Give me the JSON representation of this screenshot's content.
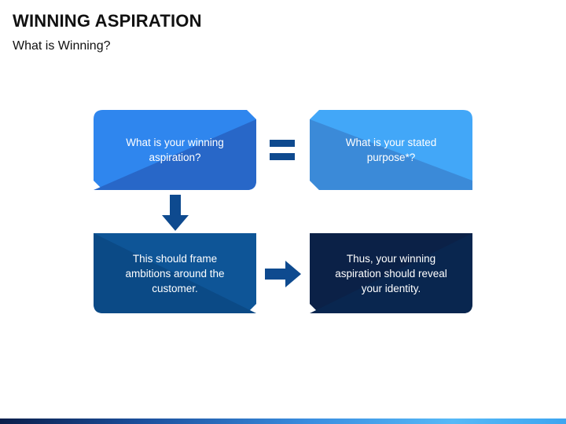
{
  "slide": {
    "title": "WINNING ASPIRATION",
    "subtitle": "What is Winning?"
  },
  "boxes": [
    {
      "id": "winning-aspiration",
      "text": "What is your winning aspiration?",
      "color": "#2f86ee",
      "shade": "#2867c8"
    },
    {
      "id": "stated-purpose",
      "text": "What is your stated purpose*?",
      "color": "#42a7f8",
      "shade": "#3b8ad8"
    },
    {
      "id": "frame-ambitions",
      "text": "This should frame ambitions around the customer.",
      "color": "#0e5597",
      "shade": "#0b4a86"
    },
    {
      "id": "reveal-identity",
      "text": "Thus, your winning aspiration should reveal your identity.",
      "color": "#0b2147",
      "shade": "#09264f"
    }
  ],
  "connectors": {
    "color": "#0e4a8f",
    "equals": "equals-icon",
    "down": "arrow-down-icon",
    "right": "arrow-right-icon"
  }
}
